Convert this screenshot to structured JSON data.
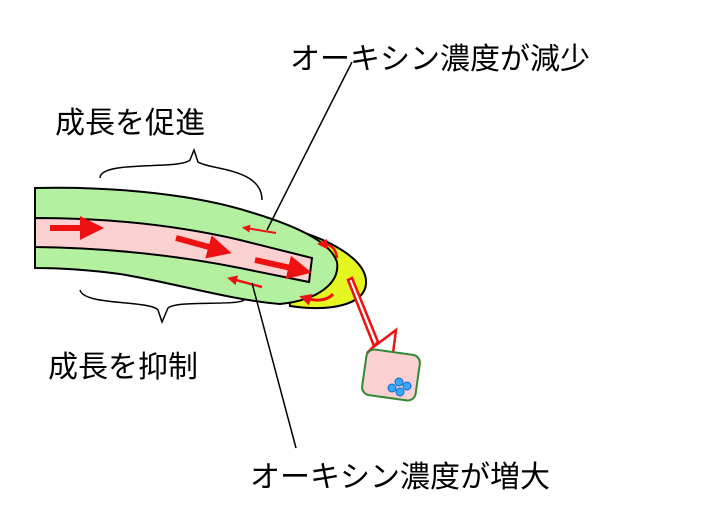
{
  "labels": {
    "top_right": "オーキシン濃度が減少",
    "upper_left": "成長を促進",
    "lower_left": "成長を抑制",
    "bottom": "オーキシン濃度が増大"
  },
  "colors": {
    "tissue_green": "#b3f0a0",
    "core_pink": "#fbd0d0",
    "tip_yellow": "#e4f520",
    "arrow_red": "#ee1111",
    "agar_border": "#338833",
    "dots_blue": "#33aaff"
  }
}
